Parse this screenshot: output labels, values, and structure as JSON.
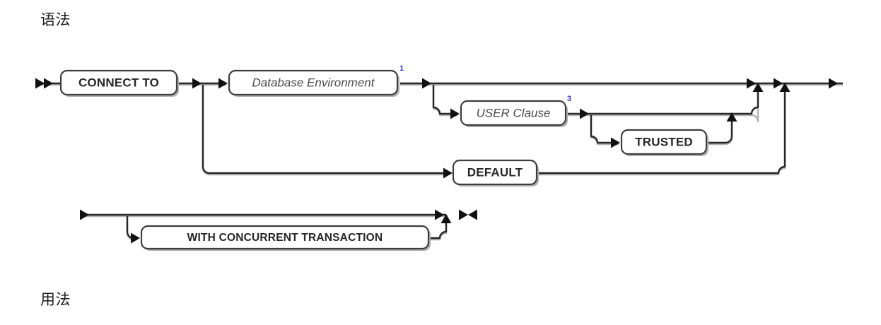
{
  "headings": {
    "syntax": "语法",
    "usage": "用法"
  },
  "diagram": {
    "type": "railroad-syntax-diagram",
    "colors": {
      "rail": "#262626",
      "box_border": "#3d3d3d",
      "box_fill": "#ffffff",
      "shadow": "#b0b0b0",
      "superscript": "#3333cc",
      "text": "#262626",
      "nonterminal_text": "#4a4a4a"
    },
    "rows": [
      {
        "name": "row-1",
        "nodes": [
          {
            "id": "connect-to",
            "label": "CONNECT TO",
            "kind": "terminal",
            "superscript": ""
          },
          {
            "id": "database-environment",
            "label": "Database Environment",
            "kind": "nonterminal",
            "superscript": "1"
          },
          {
            "id": "user-clause",
            "label": "USER Clause",
            "kind": "nonterminal",
            "superscript": "3"
          },
          {
            "id": "trusted",
            "label": "TRUSTED",
            "kind": "terminal",
            "superscript": ""
          },
          {
            "id": "default",
            "label": "DEFAULT",
            "kind": "terminal",
            "superscript": ""
          }
        ]
      },
      {
        "name": "row-2",
        "nodes": [
          {
            "id": "with-concurrent-transaction",
            "label": "WITH CONCURRENT TRANSACTION",
            "kind": "terminal",
            "superscript": ""
          }
        ]
      }
    ],
    "markers": {
      "start": "double-arrow-start",
      "end": "bowtie-end"
    }
  }
}
